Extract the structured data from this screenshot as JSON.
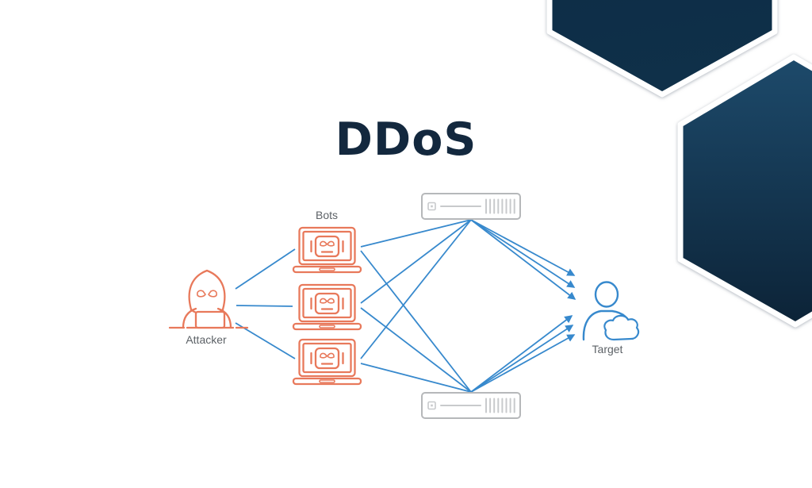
{
  "title": "DDoS",
  "nodes": {
    "attacker": {
      "label": "Attacker"
    },
    "bots": {
      "label": "Bots",
      "count": 3
    },
    "servers": {
      "count": 2
    },
    "target": {
      "label": "Target"
    }
  },
  "icons": [
    "hooded-attacker-icon",
    "robot-laptop-icon",
    "server-icon",
    "person-icon",
    "cloud-icon",
    "hexagon-decoration"
  ],
  "colors": {
    "title_color": "#13283E",
    "label_color": "#5D6267",
    "accent_orange": "#E8795B",
    "line_blue": "#3789CD",
    "server_gray": "#B6B8BA",
    "server_detail": "#C8CACC",
    "hex_top_a": "#0D2C46",
    "hex_top_b": "#0F3049",
    "hex_right_a": "#1D4A6B",
    "hex_right_b": "#0C2337",
    "bg": "#FFFFFF"
  }
}
